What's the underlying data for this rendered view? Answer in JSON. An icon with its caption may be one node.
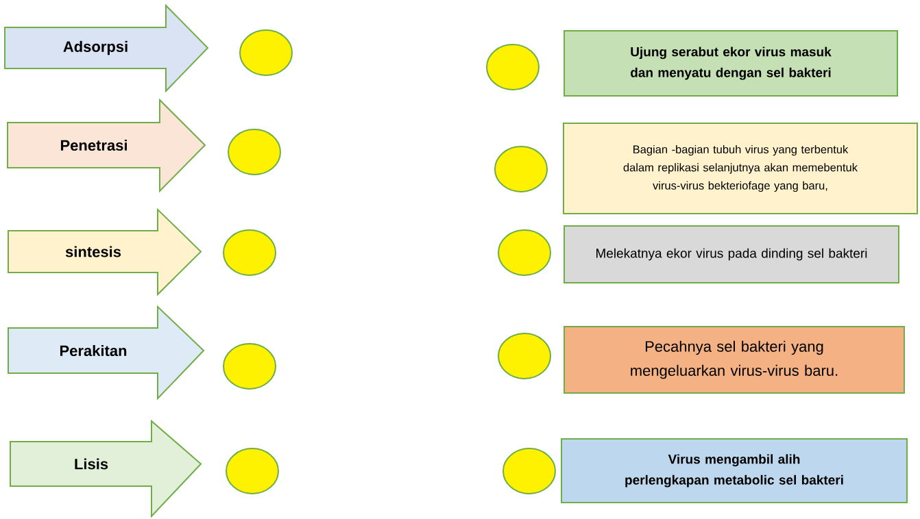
{
  "diagram": {
    "nodes": [
      {
        "text": [
          "Adsorpsi"
        ]
      },
      {
        "text": [
          "Penetrasi"
        ]
      },
      {
        "text": [
          "sintesis"
        ]
      },
      {
        "text": [
          "Perakitan"
        ]
      },
      {
        "text": [
          "Lisis"
        ]
      },
      {
        "text": [],
        "shape": "circle"
      },
      {
        "text": [],
        "shape": "circle"
      },
      {
        "text": [],
        "shape": "circle"
      },
      {
        "text": [],
        "shape": "circle"
      },
      {
        "text": [],
        "shape": "circle"
      },
      {
        "text": [],
        "shape": "circle"
      },
      {
        "text": [],
        "shape": "circle"
      },
      {
        "text": [],
        "shape": "circle"
      },
      {
        "text": [],
        "shape": "circle"
      },
      {
        "text": [],
        "shape": "circle"
      },
      {
        "text": [
          "Ujung serabut ekor virus masuk dan menyatu dengan sel bakteri"
        ]
      },
      {
        "text": [
          "Bagian -bagian tubuh virus yang terbentuk dalam replikasi selanjutnya akan memebentuk virus-virus bekteriofage yang baru,"
        ]
      },
      {
        "text": [
          "Melekatnya ekor virus pada dinding sel bakteri"
        ]
      },
      {
        "text": [
          "Pecahnya sel bakteri yang mengeluarkan virus-virus baru."
        ]
      },
      {
        "text": [
          "Virus mengambil alih perlengkapan metabolic sel bakteri"
        ]
      }
    ]
  }
}
